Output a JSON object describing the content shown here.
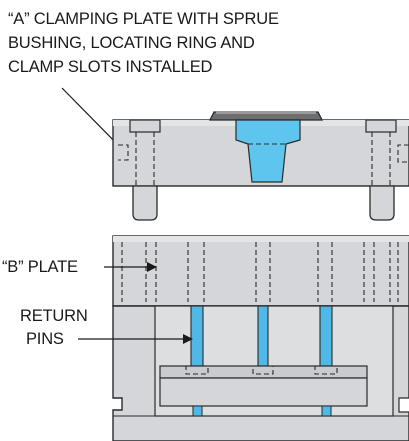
{
  "labels": {
    "a_plate_line1": "“A” CLAMPING PLATE WITH SPRUE",
    "a_plate_line2": "BUSHING, LOCATING RING AND",
    "a_plate_line3": "CLAMP SLOTS INSTALLED",
    "b_plate": "“B” PLATE",
    "return_pins_line1": "RETURN",
    "return_pins_line2": "PINS"
  },
  "colors": {
    "plate_fill": "#d4d6d9",
    "plate_shade": "#c2c4c7",
    "sprue_blue": "#5ec6ee",
    "pin_blue": "#4fb8e6",
    "locating_ring": "#6e6e6e",
    "outline": "#2a2a2a"
  }
}
